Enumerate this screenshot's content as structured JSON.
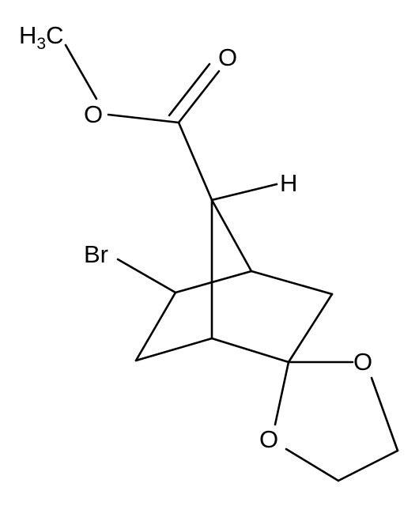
{
  "labels": {
    "methyl_main": "H",
    "methyl_sub": "3",
    "methyl_end": "C",
    "ester_o": "O",
    "carbonyl_o": "O",
    "bridge_h": "H",
    "bromine": "Br",
    "dioxolane_o_right": "O",
    "dioxolane_o_left": "O"
  }
}
